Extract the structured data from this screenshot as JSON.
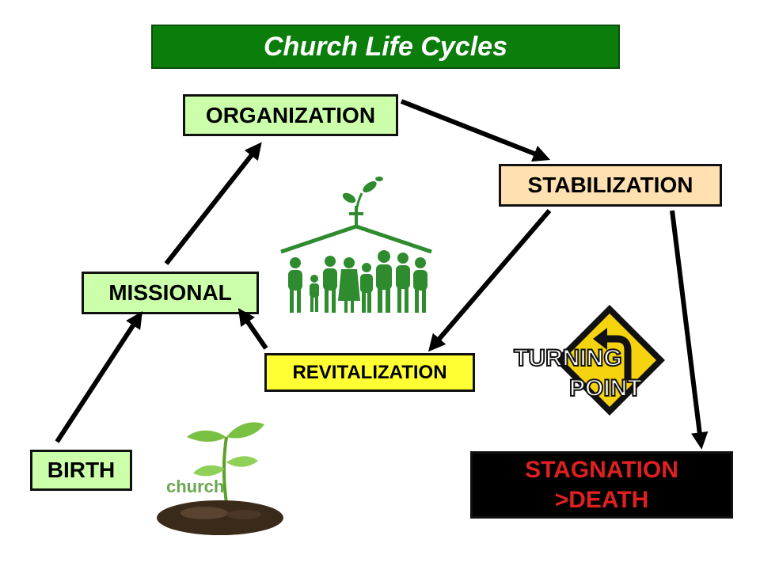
{
  "title": "Church Life Cycles",
  "stages": {
    "organization": "ORGANIZATION",
    "stabilization": "STABILIZATION",
    "missional": "MISSIONAL",
    "revitalization": "REVITALIZATION",
    "birth": "BIRTH",
    "stagnation_line1": "STAGNATION",
    "stagnation_line2": ">DEATH"
  },
  "images": {
    "sign_line1": "TURNING",
    "sign_line2": "POINT",
    "sprout_label": "church"
  },
  "colors": {
    "title_bg": "#0a7d0a",
    "stage_green": "#ccffaa",
    "stabilization_bg": "#ffe0b0",
    "revitalization_bg": "#ffff33",
    "stagnation_bg": "#000000",
    "stagnation_text": "#e02020",
    "icon_green": "#2e8b2e",
    "sign_yellow": "#f5d40f"
  }
}
